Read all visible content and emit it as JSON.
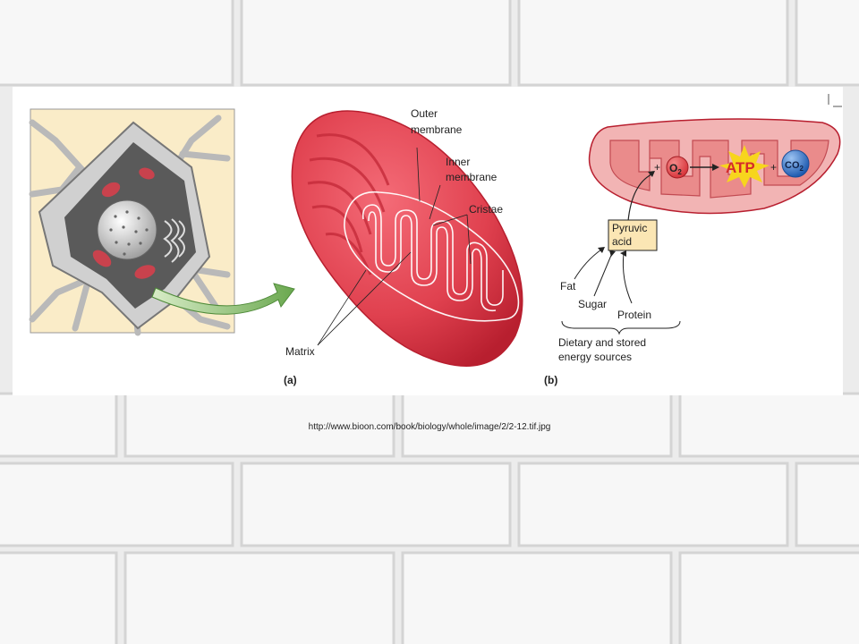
{
  "figure": {
    "panel_a": {
      "tag": "(a)",
      "labels": {
        "outer_membrane": [
          "Outer",
          "membrane"
        ],
        "inner_membrane": [
          "Inner",
          "membrane"
        ],
        "cristae": "Cristae",
        "matrix": "Matrix"
      }
    },
    "panel_b": {
      "tag": "(b)",
      "o2": "O",
      "o2_sub": "2",
      "atp": "ATP",
      "co2": "CO",
      "co2_sub": "2",
      "plus": "+",
      "pyruvic": [
        "Pyruvic",
        "acid"
      ],
      "fat": "Fat",
      "sugar": "Sugar",
      "protein": "Protein",
      "dietary": [
        "Dietary and stored",
        "energy sources"
      ]
    }
  },
  "colors": {
    "mito_red": "#e0414f",
    "mito_dark": "#b81f2f",
    "atp_yellow": "#f7d51d",
    "co2_blue": "#2f72c8",
    "pyruvic_box": "#fbe6b4"
  },
  "source_url": "http://www.bioon.com/book/biology/whole/image/2/2-12.tif.jpg"
}
